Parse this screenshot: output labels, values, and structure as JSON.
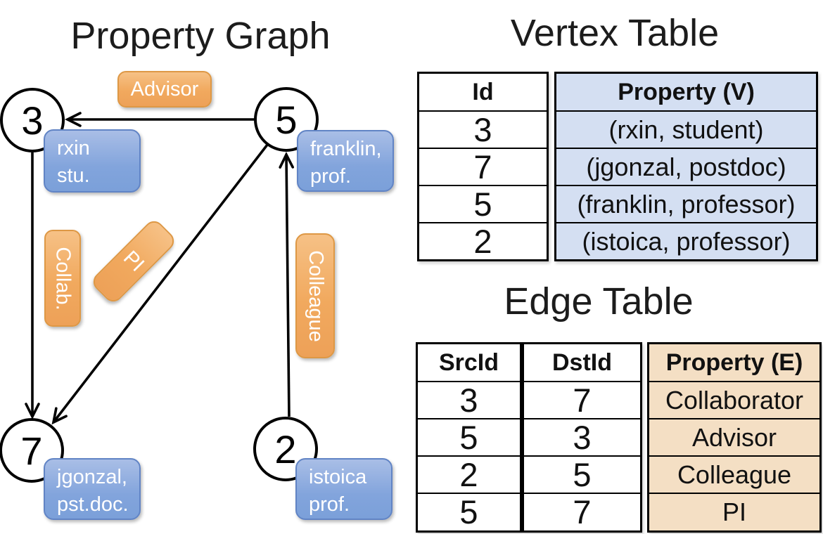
{
  "graph": {
    "title": "Property Graph",
    "nodes": [
      {
        "id": "3"
      },
      {
        "id": "5"
      },
      {
        "id": "7"
      },
      {
        "id": "2"
      }
    ],
    "edge_labels": {
      "advisor": "Advisor",
      "collab": "Collab.",
      "pi": "PI",
      "colleague": "Colleague"
    },
    "node_labels": {
      "n3": {
        "line1": "rxin",
        "line2": "stu."
      },
      "n5": {
        "line1": "franklin,",
        "line2": "prof."
      },
      "n7": {
        "line1": "jgonzal,",
        "line2": "pst.doc."
      },
      "n2": {
        "line1": "istoica",
        "line2": "prof."
      }
    },
    "edges": [
      {
        "from": "5",
        "to": "3",
        "label": "Advisor"
      },
      {
        "from": "3",
        "to": "7",
        "label": "Collab."
      },
      {
        "from": "5",
        "to": "7",
        "label": "PI"
      },
      {
        "from": "2",
        "to": "5",
        "label": "Colleague"
      }
    ]
  },
  "vertex_table": {
    "title": "Vertex Table",
    "headers": [
      "Id",
      "Property (V)"
    ],
    "rows": [
      [
        "3",
        "(rxin, student)"
      ],
      [
        "7",
        "(jgonzal, postdoc)"
      ],
      [
        "5",
        "(franklin, professor)"
      ],
      [
        "2",
        "(istoica, professor)"
      ]
    ]
  },
  "edge_table": {
    "title": "Edge Table",
    "headers": [
      "SrcId",
      "DstId",
      "Property (E)"
    ],
    "rows": [
      [
        "3",
        "7",
        "Collaborator"
      ],
      [
        "5",
        "3",
        "Advisor"
      ],
      [
        "2",
        "5",
        "Colleague"
      ],
      [
        "5",
        "7",
        "PI"
      ]
    ]
  },
  "colors": {
    "edge_label_fill": "#F0A85C",
    "edge_label_border": "#DE9845",
    "vertex_label_fill": "#82A4DC",
    "vertex_label_border": "#6184C5",
    "vertex_table_property_bg": "#D4DFF2",
    "edge_table_property_bg": "#F4DFC4",
    "line": "#000000",
    "text_on_labels": "#FFFFFF"
  }
}
